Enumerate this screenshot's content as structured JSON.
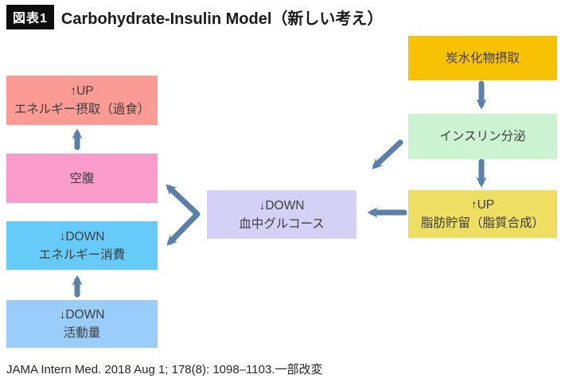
{
  "header": {
    "badge": "図表1",
    "title": "Carbohydrate-Insulin Model（新しい考え）"
  },
  "diagram": {
    "arrow_color": "#5B80A8",
    "nodes": [
      {
        "id": "carbohydrate-intake",
        "lines": [
          "炭水化物摂取"
        ],
        "color": "#F7C104"
      },
      {
        "id": "insulin-secretion",
        "lines": [
          "インスリン分泌"
        ],
        "color": "#CDF4D2"
      },
      {
        "id": "fat-storage",
        "lines": [
          "↑UP",
          "脂肪貯留（脂質合成）"
        ],
        "color": "#EEDF63"
      },
      {
        "id": "blood-glucose",
        "lines": [
          "↓DOWN",
          "血中グルコース"
        ],
        "color": "#D5D1F6"
      },
      {
        "id": "energy-intake",
        "lines": [
          "↑UP",
          "エネルギー摂取（過食）"
        ],
        "color": "#FC9B95"
      },
      {
        "id": "hunger",
        "lines": [
          "空腹"
        ],
        "color": "#FB9DCA"
      },
      {
        "id": "energy-expenditure",
        "lines": [
          "↓DOWN",
          "エネルギー消費"
        ],
        "color": "#67CBF9"
      },
      {
        "id": "activity-amount",
        "lines": [
          "↓DOWN",
          "活動量"
        ],
        "color": "#9BCDFB"
      }
    ]
  },
  "footer": {
    "citation": "JAMA Intern Med. 2018 Aug 1; 178(8): 1098–1103.一部改変"
  }
}
